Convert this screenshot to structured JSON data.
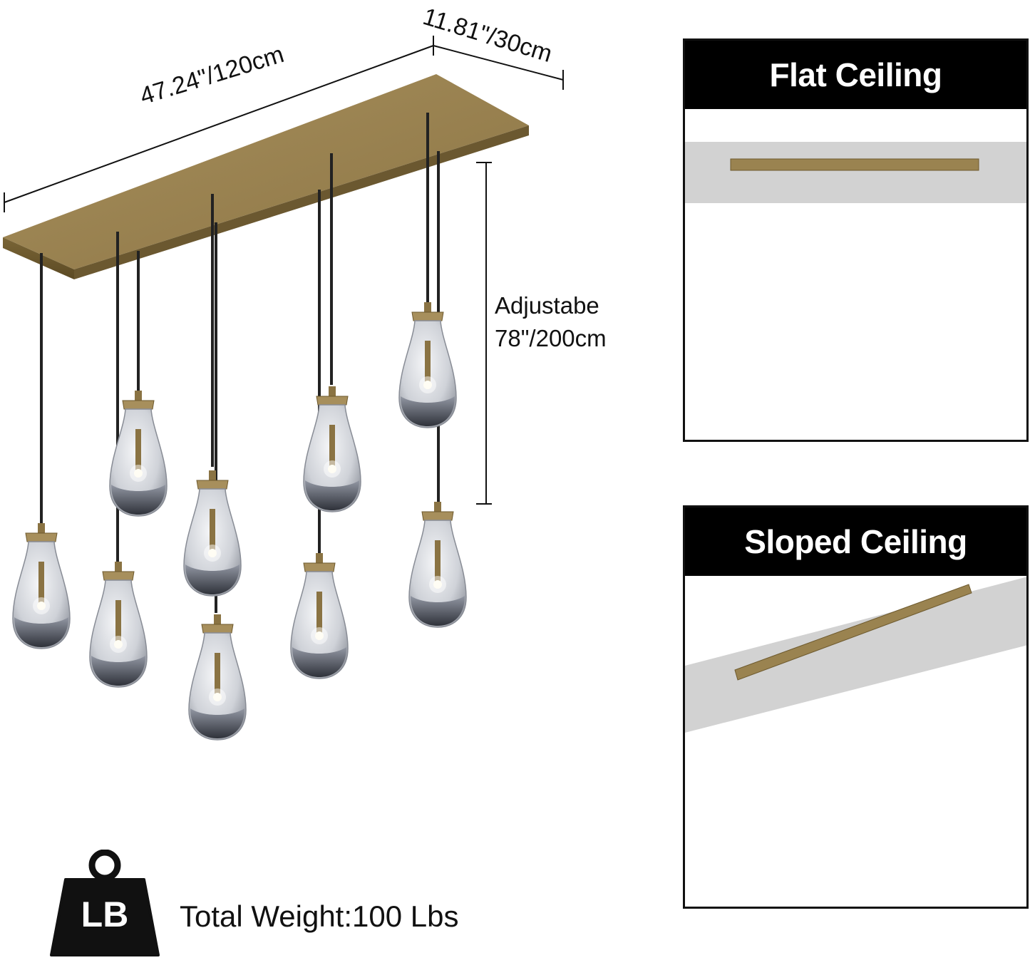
{
  "dimensions": {
    "width": "47.24\"/120cm",
    "depth": "11.81\"/30cm",
    "height_line1": "Adjustabe",
    "height_line2": "78\"/200cm"
  },
  "panels": {
    "flat_title": "Flat Ceiling",
    "sloped_title": "Sloped Ceiling"
  },
  "weight": {
    "unit_badge": "LB",
    "text": "Total Weight:100 Lbs"
  },
  "colors": {
    "brass": "#9a8350",
    "brass_dark": "#6e5a2e",
    "glass": "#c9ccd3",
    "panel_header": "#000000"
  },
  "icons": [
    "weight-icon"
  ]
}
